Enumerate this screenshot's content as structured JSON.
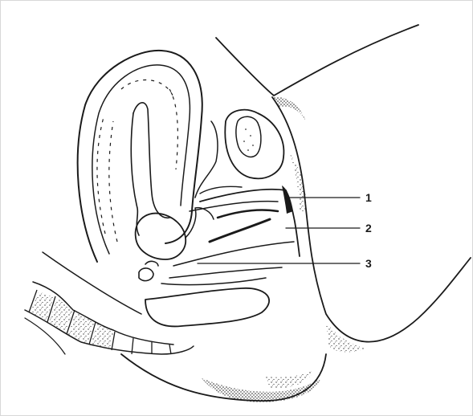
{
  "figure": {
    "ink_color": "#1a1a1a",
    "background_color": "#ffffff",
    "callouts": [
      {
        "label": "1"
      },
      {
        "label": "2"
      },
      {
        "label": "3"
      }
    ]
  }
}
